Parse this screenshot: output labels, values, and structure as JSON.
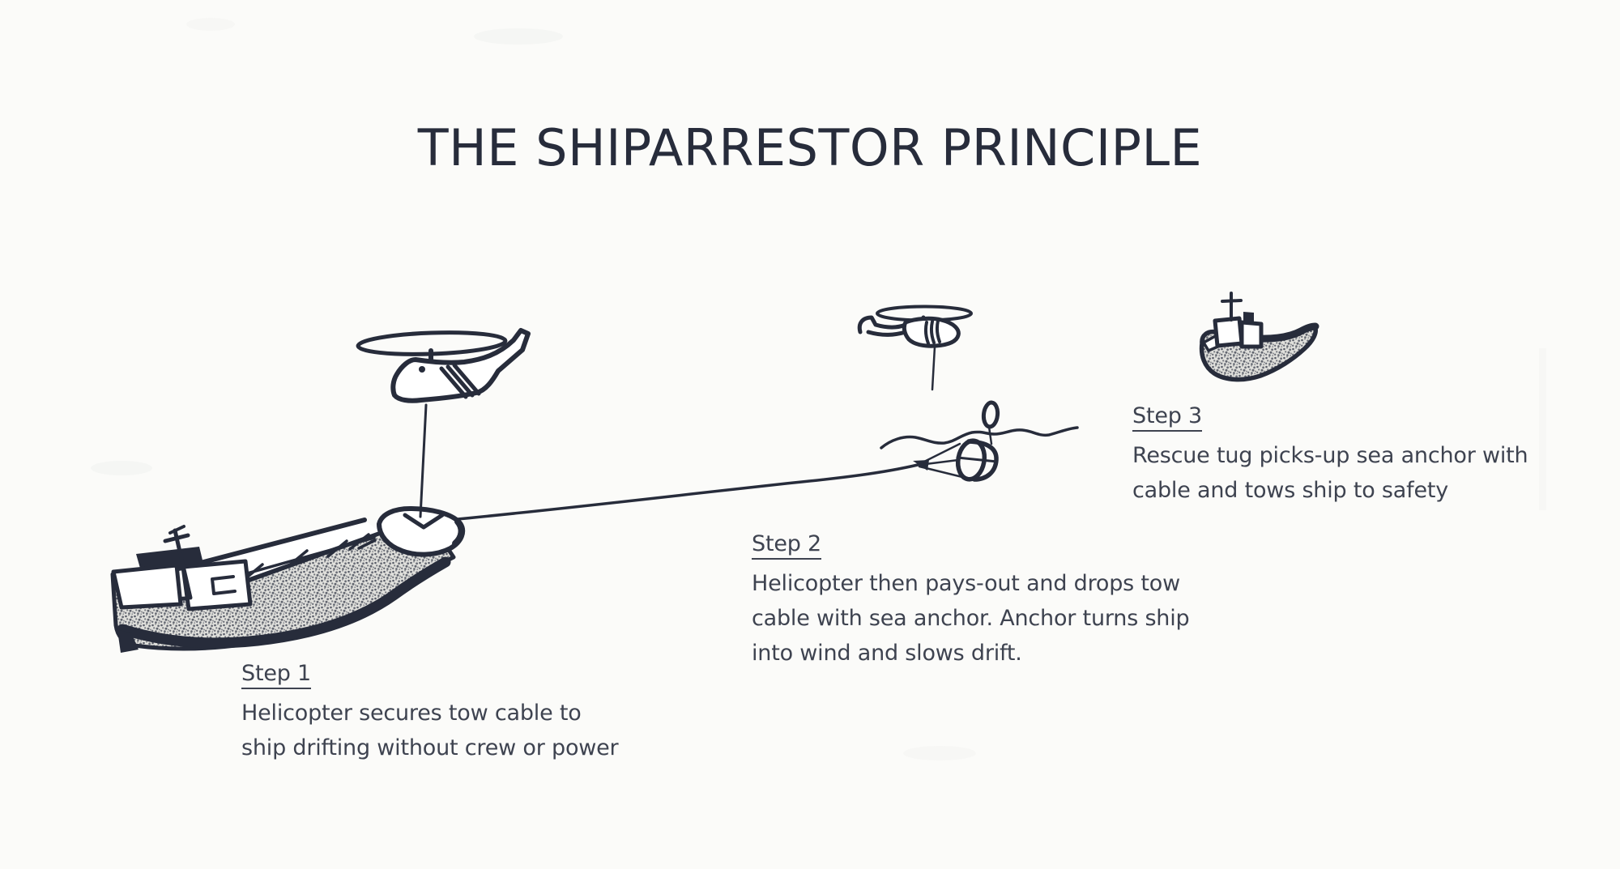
{
  "title": "THE SHIPARRESTOR PRINCIPLE",
  "colors": {
    "ink": "#272c3b",
    "text": "#3e4350",
    "paper": "#fbfbf9"
  },
  "steps": [
    {
      "label": "Step 1",
      "lines": [
        "Helicopter secures tow cable to",
        "ship drifting without crew or power"
      ]
    },
    {
      "label": "Step 2",
      "lines": [
        "Helicopter then pays-out and drops tow",
        "cable with sea anchor. Anchor turns ship",
        "into wind and slows drift."
      ]
    },
    {
      "label": "Step 3",
      "lines": [
        "Rescue tug picks-up sea anchor with",
        "cable and tows ship to safety"
      ]
    }
  ],
  "figures": [
    "drifting-ship",
    "tow-helicopter",
    "lift-cable",
    "tow-cable",
    "drop-helicopter",
    "sea-anchor",
    "anchor-float",
    "water-line",
    "rescue-tug"
  ]
}
